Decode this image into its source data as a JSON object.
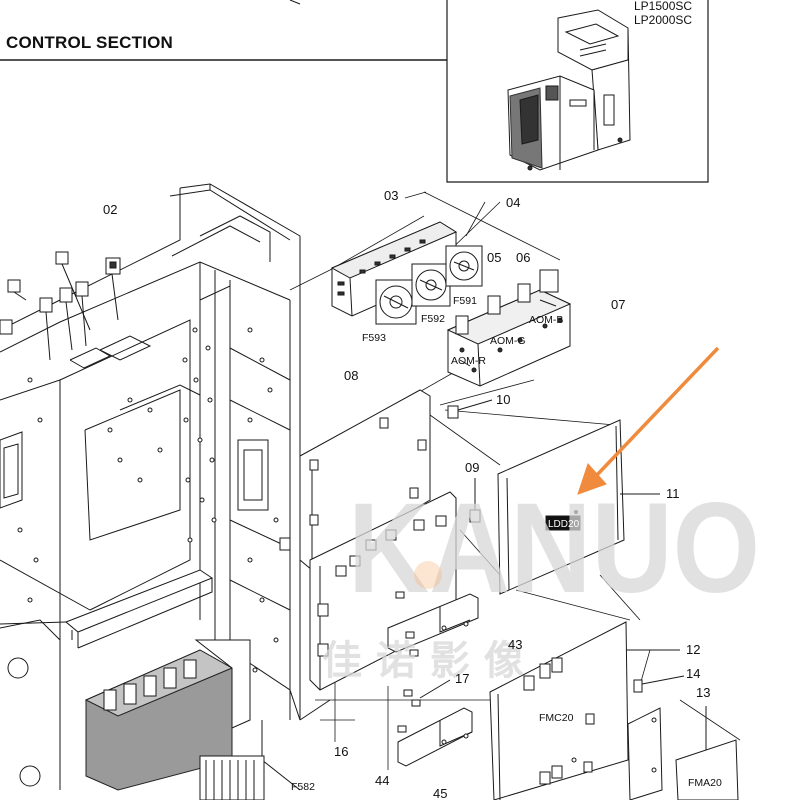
{
  "header": {
    "section_title": "CONTROL SECTION",
    "models": [
      "LP1500SC",
      "LP2000SC"
    ]
  },
  "callouts": {
    "c02": "02",
    "c03": "03",
    "c04": "04",
    "c05": "05",
    "c06": "06",
    "c07": "07",
    "c08": "08",
    "c09": "09",
    "c10": "10",
    "c11": "11",
    "c12": "12",
    "c13": "13",
    "c14": "14",
    "c16": "16",
    "c17": "17",
    "c43": "43",
    "c44": "44",
    "c45": "45"
  },
  "part_labels": {
    "fan1": "F591",
    "fan2": "F592",
    "fan3": "F593",
    "fan4": "F582",
    "aom_r": "AOM-R",
    "aom_g": "AOM-G",
    "aom_b": "AOM-B",
    "ldd": "LDD20",
    "fmc": "FMC20",
    "fma": "FMA20"
  },
  "watermark": {
    "latin": "KANUO",
    "chinese": "佳 诺 影 像"
  },
  "colors": {
    "line": "#1a1a1a",
    "arrow": "#f08a3c",
    "shade": "#9a9a9a",
    "watermark": "#d8d8d8"
  },
  "icons": {
    "pointer_arrow": "arrow-icon"
  }
}
